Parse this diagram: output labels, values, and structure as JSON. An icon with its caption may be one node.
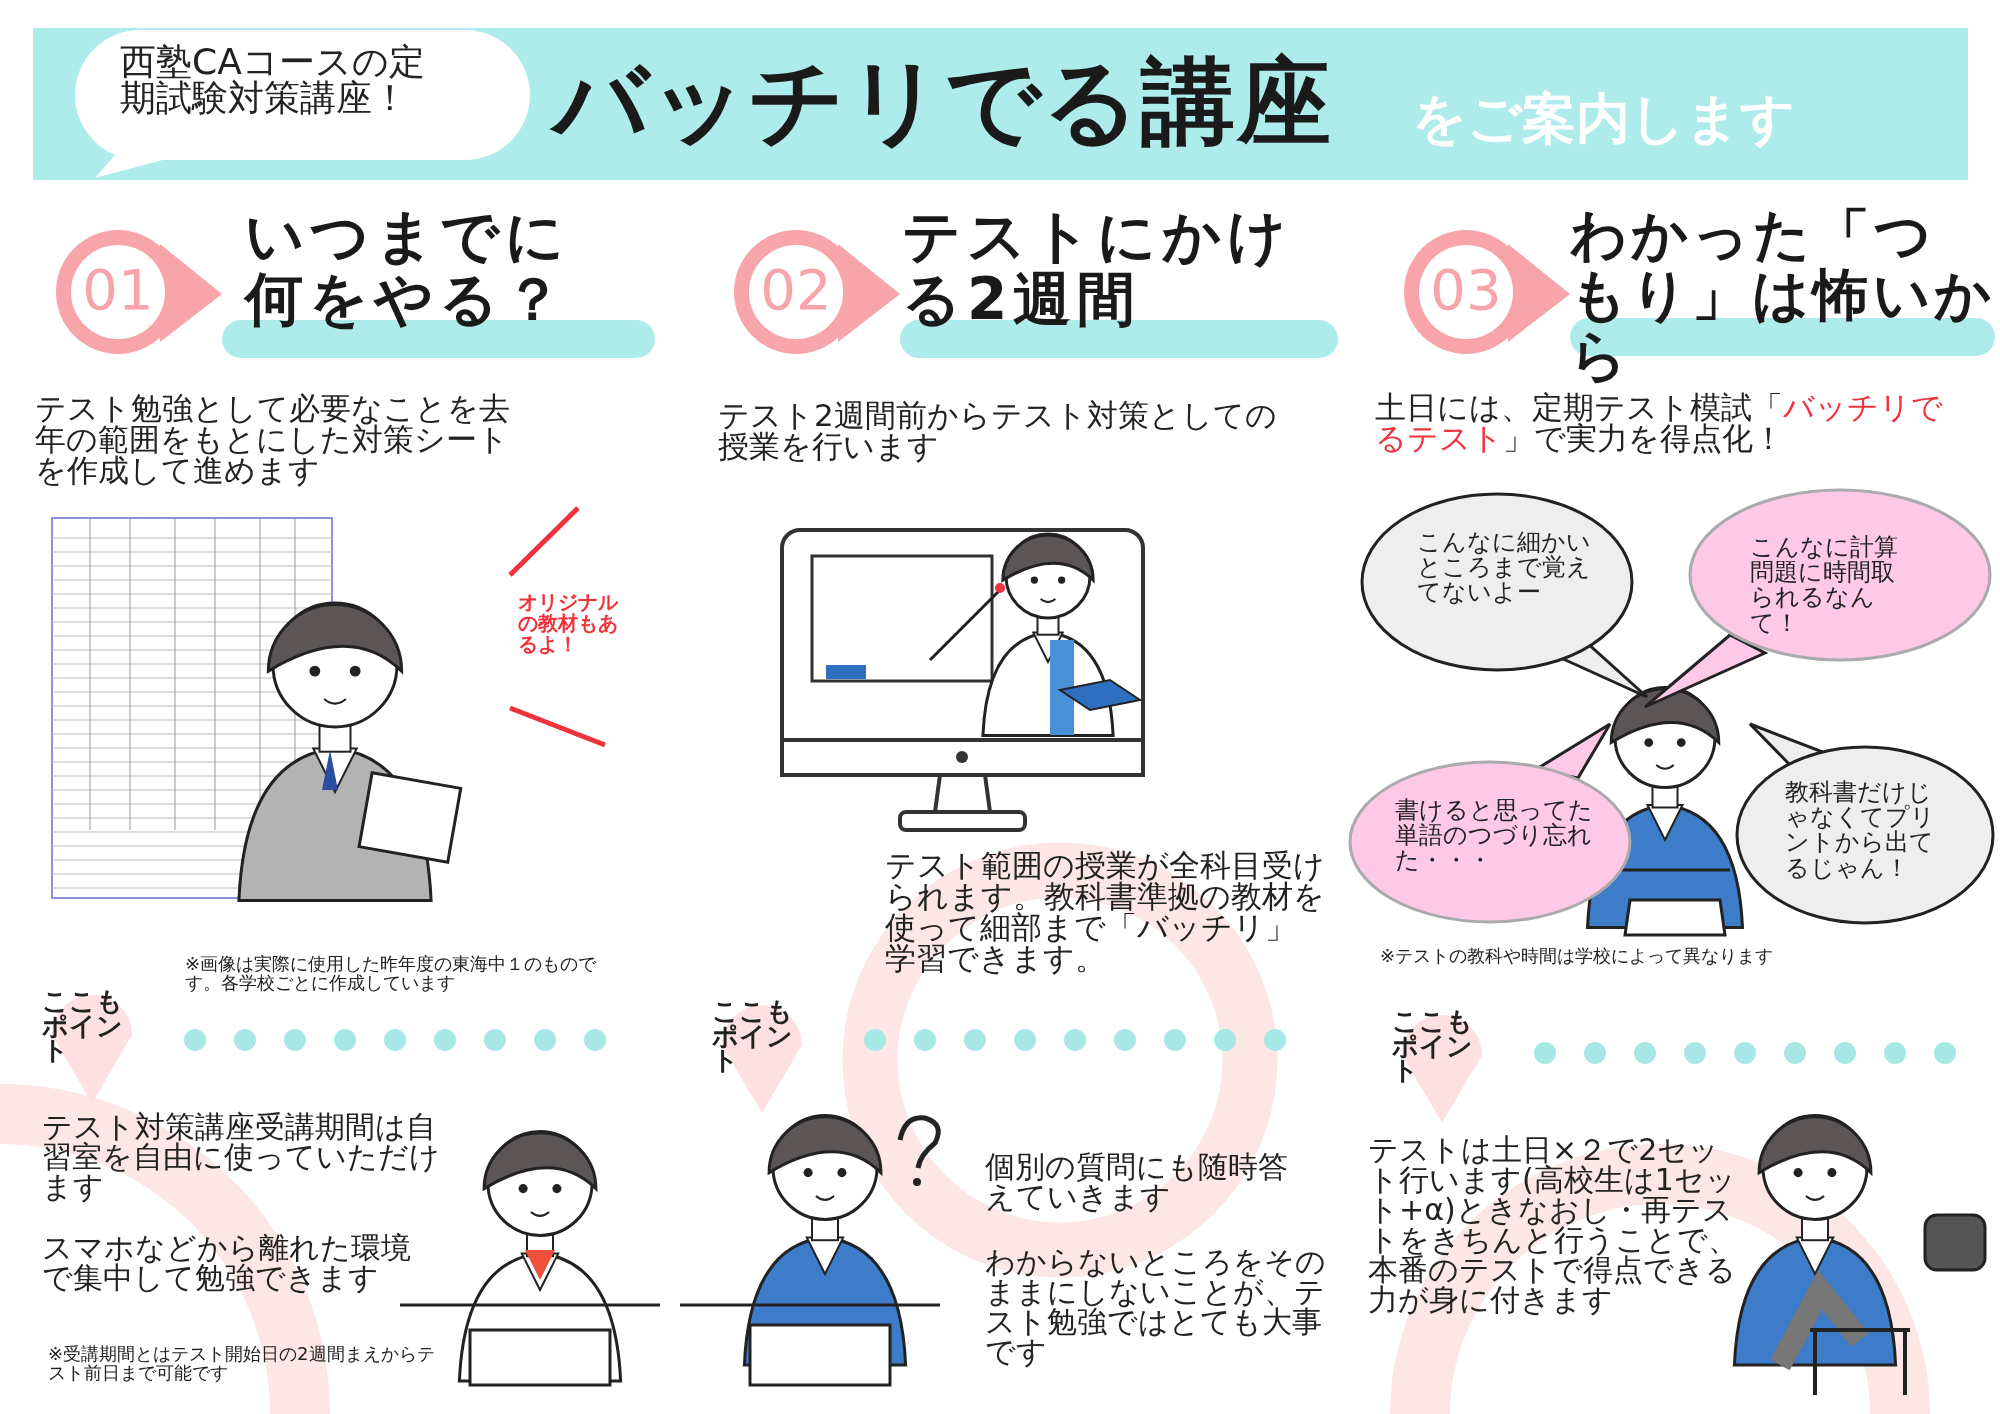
{
  "diagram": {
    "title": "バッチリでる講座",
    "nodes": [
      {
        "text": [
          "西塾CAコースの定期試験対策講座！"
        ]
      },
      {
        "text": [
          "いつまでに何をやる？"
        ]
      },
      {
        "text": [
          "01"
        ]
      },
      {
        "text": [
          "テストにかける2週間"
        ]
      },
      {
        "text": [
          "02"
        ]
      },
      {
        "text": [
          "わかった「つもり」は怖いから"
        ]
      },
      {
        "text": [
          "03"
        ]
      },
      {
        "text": [
          "こんなに細かいところまで覚えてないよー"
        ]
      },
      {
        "text": [
          "こんなに計算問題に時間取られるなんて！"
        ]
      },
      {
        "text": [
          "書けると思ってた単語のつづり忘れた・・・"
        ]
      },
      {
        "text": [
          "教科書だけじゃなくてプリントから出てるじゃん！"
        ]
      },
      {
        "text": [
          "ここもポイント"
        ]
      },
      {
        "text": [
          "ここもポイント"
        ]
      },
      {
        "text": [
          "ここもポイント"
        ]
      }
    ],
    "labels": [
      "をご案内します",
      "テスト勉強として必要なことを去年の範囲をもとにした対策シートを作成して進めます",
      "テスト2週間前からテスト対策としての授業を行います",
      "土日には、定期テスト模試「*バッチリでるテスト*」で実力を得点化！",
      "オリジナルの教材もあるよ！",
      "テスト範囲の授業が全科目受けられます。教科書準拠の教材を使って細部まで「バッチリ」学習できます。",
      "※画像は実際に使用した昨年度の東海中１のものです。各学校ごとに作成しています",
      "※テストの教科や時間は学校によって異なります",
      "テスト対策講座受講期間は自習室を自由に使っていただけます",
      "スマホなどから離れた環境で集中して勉強できます",
      "※受講期間とはテスト開始日の2週間まえからテスト前日まで可能です",
      "個別の質問にも随時答えていきます",
      "わからないところをそのままにしないことが、テスト勉強ではとても大事です",
      "テストは土日×２で2セット行います(高校生は1セット+α)ときなおし・再テストをきちんと行うことで、本番のテストで得点できる力が身に付きます"
    ]
  }
}
